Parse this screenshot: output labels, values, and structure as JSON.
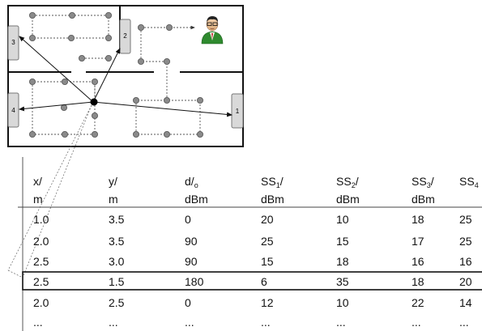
{
  "access_points": [
    {
      "id": "ap-1",
      "label": "1"
    },
    {
      "id": "ap-2",
      "label": "2"
    },
    {
      "id": "ap-3",
      "label": "3"
    },
    {
      "id": "ap-4",
      "label": "4"
    }
  ],
  "table": {
    "headers": [
      {
        "name": "x",
        "main": "x/",
        "sub": "",
        "rest": "",
        "unit": "m"
      },
      {
        "name": "y",
        "main": "y/",
        "sub": "",
        "rest": "",
        "unit": "m"
      },
      {
        "name": "d",
        "main": "d/",
        "sub": "o",
        "rest": "",
        "unit": "dBm"
      },
      {
        "name": "ss1",
        "main": "SS",
        "sub": "1",
        "rest": "/",
        "unit": "dBm"
      },
      {
        "name": "ss2",
        "main": "SS",
        "sub": "2",
        "rest": "/",
        "unit": "dBm"
      },
      {
        "name": "ss3",
        "main": "SS",
        "sub": "3",
        "rest": "/",
        "unit": "dBm"
      },
      {
        "name": "ss4",
        "main": "SS",
        "sub": "4",
        "rest": "",
        "unit": ""
      }
    ],
    "rows": [
      [
        "1.0",
        "3.5",
        "0",
        "20",
        "10",
        "18",
        "25"
      ],
      [
        "2.0",
        "3.5",
        "90",
        "25",
        "15",
        "17",
        "25"
      ],
      [
        "2.5",
        "3.0",
        "90",
        "15",
        "18",
        "16",
        "16"
      ],
      [
        "2.5",
        "1.5",
        "180",
        "6",
        "35",
        "18",
        "20"
      ],
      [
        "2.0",
        "2.5",
        "0",
        "12",
        "10",
        "22",
        "14"
      ],
      [
        "...",
        "...",
        "...",
        "...",
        "...",
        "...",
        "..."
      ]
    ]
  }
}
